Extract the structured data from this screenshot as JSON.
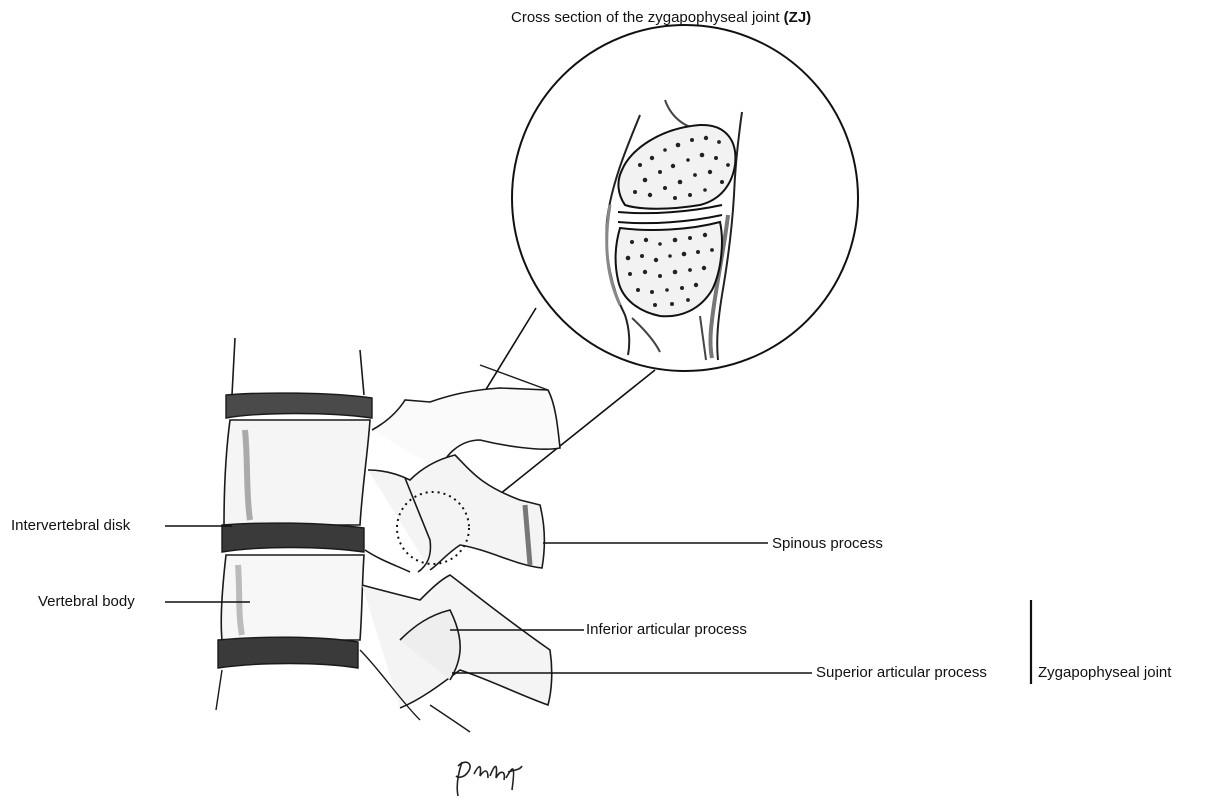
{
  "title": {
    "text": "Cross section of the zygapophyseal joint",
    "abbrev": "(ZJ)"
  },
  "labels": {
    "intervertebral_disk": "Intervertebral disk",
    "vertebral_body": "Vertebral body",
    "spinous_process": "Spinous process",
    "inferior_articular_process": "Inferior articular process",
    "superior_articular_process": "Superior articular process",
    "zygapophyseal_joint": "Zygapophyseal joint"
  },
  "signature": "signature",
  "colors": {
    "ink": "#1a1a1a",
    "line": "#111111",
    "shade": "#9a9a9a",
    "disk": "#3a3a3a",
    "background": "#ffffff"
  }
}
